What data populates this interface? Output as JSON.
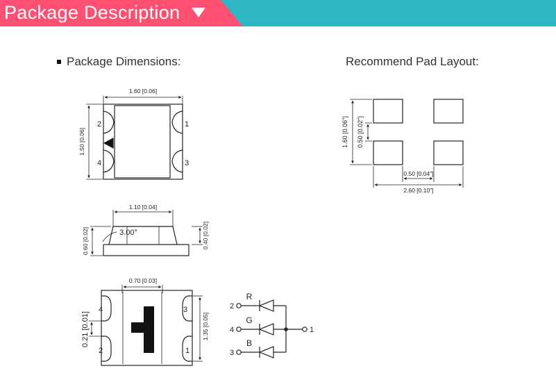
{
  "banner": {
    "title": "Package Description",
    "colors": {
      "teal": "#2fb6c3",
      "pink": "#ff4f73"
    },
    "arrow_icon": "triangle-down-icon"
  },
  "headings": {
    "package_dimensions": "Package Dimensions:",
    "pad_layout": "Recommend Pad Layout:"
  },
  "top_view": {
    "width_label": "1.60 [0.06]",
    "height_label": "1.50 [0.06]",
    "pins": {
      "top_left": "2",
      "top_right": "1",
      "bottom_left": "4",
      "bottom_right": "3"
    }
  },
  "side_view": {
    "lens_width_label": "1.10 [0.04]",
    "angle_label": "3.00°",
    "total_height_label": "0.60 [0.02]",
    "lens_height_label": "0.40 [0.02]"
  },
  "bottom_view": {
    "pad_width_label": "0.70 [0.03]",
    "gap_label": "0.21 [0.01]",
    "height_label": "1.35 [0.05]",
    "pins": {
      "top_left": "4",
      "top_right": "3",
      "bottom_left": "2",
      "bottom_right": "1"
    }
  },
  "schematic": {
    "colors": [
      "R",
      "G",
      "B"
    ],
    "left_pins": [
      "2",
      "4",
      "3"
    ],
    "common_pin": "1"
  },
  "pad_layout": {
    "height_label": "1.60 [0.06\"]",
    "pad_height_label": "0.50 [0.02\"]",
    "gap_label": "0.50 [0.04\"]",
    "width_label": "2.60 [0.10\"]"
  }
}
